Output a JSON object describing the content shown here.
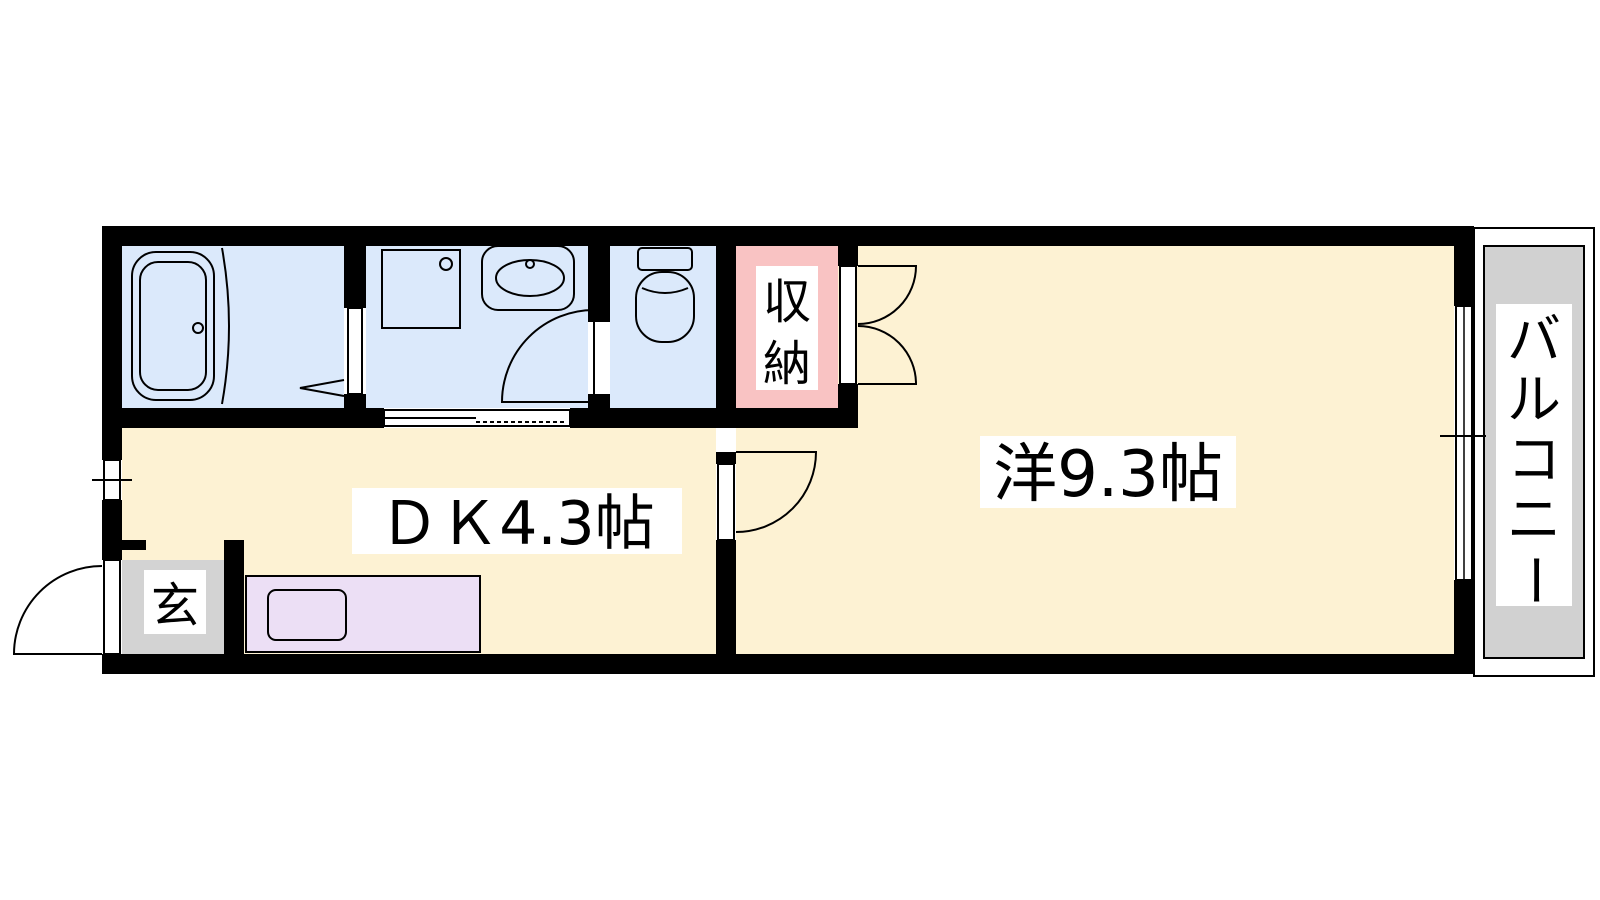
{
  "rooms": {
    "western": {
      "name": "洋",
      "size": "9.3",
      "unit": "帖"
    },
    "dk": {
      "name": "ＤＫ",
      "size": "4.3",
      "unit": "帖"
    },
    "storage": {
      "line1": "収",
      "line2": "納"
    },
    "entrance": {
      "label": "玄"
    },
    "balcony": {
      "chars": [
        "バ",
        "ル",
        "コ",
        "ニ",
        "ー"
      ]
    }
  },
  "colors": {
    "wall": "#000000",
    "living": "#fdf2d3",
    "wet_area": "#dbe9fb",
    "storage": "#f9c3c3",
    "kitchen": "#ecdff5",
    "entrance": "#d3d3d3",
    "balcony": "#d1d1d1"
  }
}
